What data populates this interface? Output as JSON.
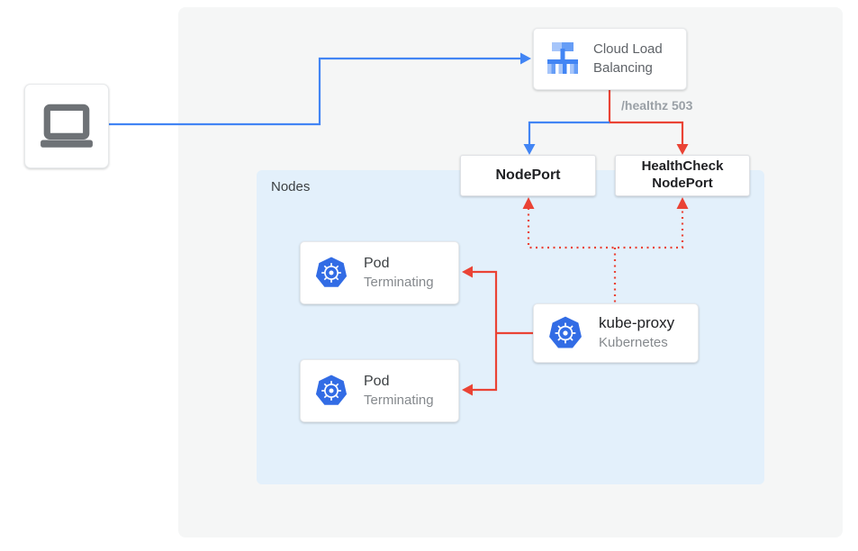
{
  "diagram": {
    "type": "kubernetes-load-balancing-healthcheck-flow",
    "colors": {
      "traffic_blue": "#4285F4",
      "healthcheck_red": "#EA4335",
      "kubernetes_blue": "#326CE5",
      "nodes_panel_bg": "#E3F0FB",
      "outer_panel_bg": "#F5F6F6"
    }
  },
  "client": {
    "icon": "laptop-icon"
  },
  "cloud_load_balancing": {
    "label": "Cloud Load Balancing",
    "icon": "cloud-load-balancing-icon"
  },
  "healthz_label": "/healthz 503",
  "nodeport": {
    "label": "NodePort"
  },
  "healthcheck_nodeport": {
    "label": "HealthCheck NodePort"
  },
  "nodes_panel": {
    "label": "Nodes"
  },
  "pods": [
    {
      "title": "Pod",
      "subtitle": "Terminating",
      "icon": "kubernetes-icon"
    },
    {
      "title": "Pod",
      "subtitle": "Terminating",
      "icon": "kubernetes-icon"
    }
  ],
  "kube_proxy": {
    "title": "kube-proxy",
    "subtitle": "Kubernetes",
    "icon": "kubernetes-icon"
  }
}
